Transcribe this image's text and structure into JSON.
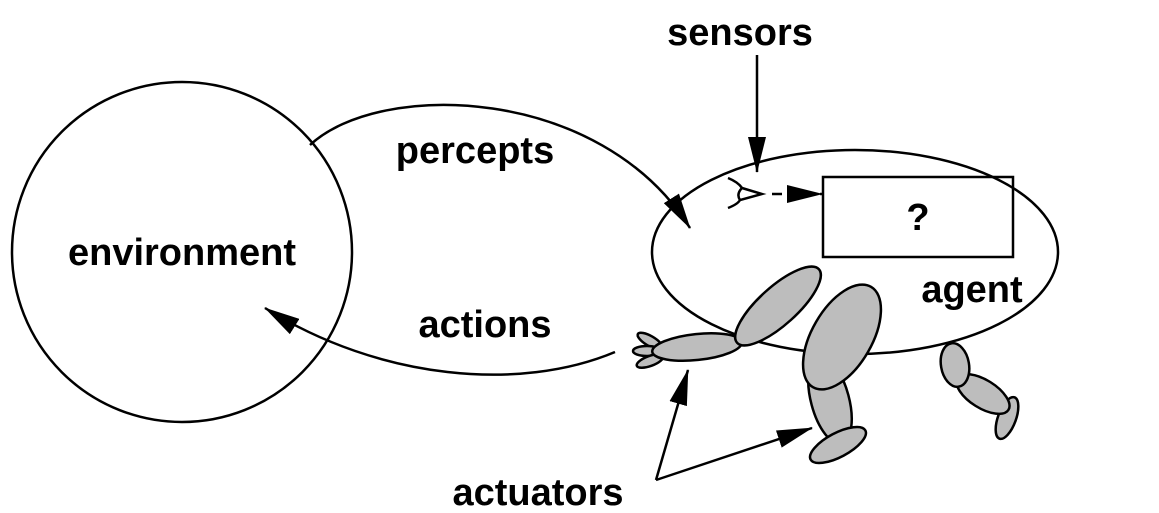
{
  "labels": {
    "sensors": "sensors",
    "percepts": "percepts",
    "environment": "environment",
    "actions": "actions",
    "agent": "agent",
    "actuators": "actuators",
    "box": "?"
  },
  "colors": {
    "limb_fill": "#bdbdbd",
    "stroke": "#000000"
  }
}
